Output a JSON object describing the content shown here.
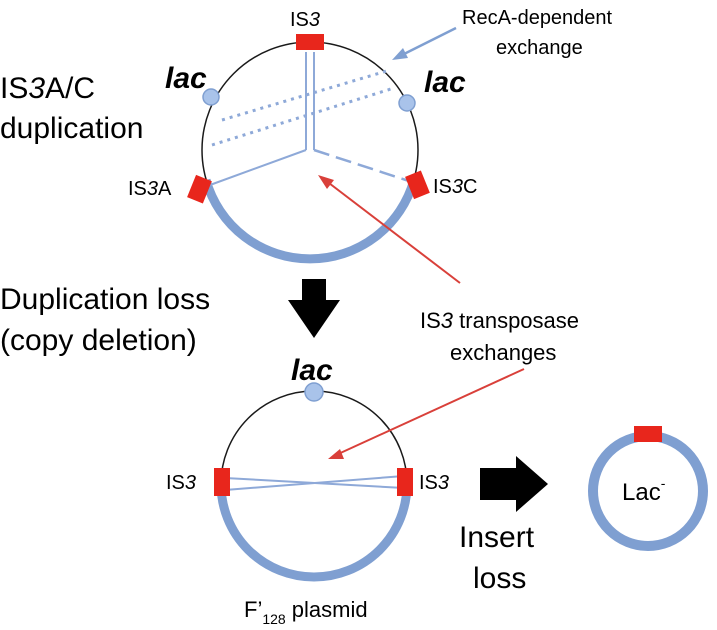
{
  "labels": {
    "is3_top": "IS",
    "is3_top_num": "3",
    "lac_left": "lac",
    "lac_right": "lac",
    "lac_bottom": "lac",
    "recA_line1": "RecA-dependent",
    "recA_line2": "exchange",
    "dup_line1_prefix": "IS",
    "dup_line1_num": "3",
    "dup_line1_suffix": "A/C",
    "dup_line2": "duplication",
    "is3a_prefix": "IS",
    "is3a_num": "3",
    "is3a_suffix": "A",
    "is3c_prefix": "IS",
    "is3c_num": "3",
    "is3c_suffix": "C",
    "loss_line1": "Duplication loss",
    "loss_line2": "(copy deletion)",
    "transposase_prefix": "IS",
    "transposase_num": "3",
    "transposase_suffix": " transposase",
    "transposase_line2": "exchanges",
    "is3_left_prefix": "IS",
    "is3_left_num": "3",
    "is3_right_prefix": "IS",
    "is3_right_num": "3",
    "insert_line1": "Insert",
    "insert_line2": "loss",
    "plasmid_prefix": "F’",
    "plasmid_sub": "128",
    "plasmid_suffix": " plasmid",
    "lac_minus": "Lac",
    "lac_minus_sup": "-"
  },
  "colors": {
    "plasmid_blue": "#7f9fd1",
    "line_blue": "#8ea9d8",
    "is_red": "#e8261c",
    "arrow_red": "#d9403a",
    "dot_fill": "#a9c3ea",
    "arrow_black": "#000000"
  }
}
